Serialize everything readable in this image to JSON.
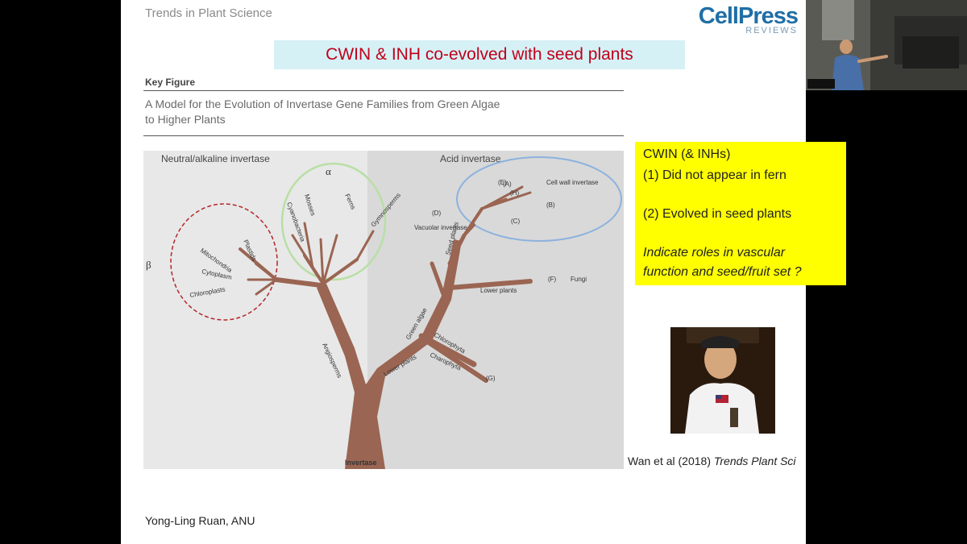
{
  "slide": {
    "journal": "Trends in Plant Science",
    "logo_main": "CellPress",
    "logo_sub": "REVIEWS",
    "title": "CWIN & INH co-evolved with seed plants",
    "key_figure_label": "Key Figure",
    "caption_line1": "A Model for the Evolution of Invertase Gene Families from Green Algae",
    "caption_line2": "to Higher Plants",
    "author": "Yong-Ling Ruan,  ANU"
  },
  "figure": {
    "left_heading": "Neutral/alkaline invertase",
    "right_heading": "Acid invertase",
    "alpha": "α",
    "beta": "β",
    "labels_left": [
      "Mitochondria",
      "Plastids",
      "Cytoplasm",
      "Chloroplasts",
      "Cyanobacteria",
      "Mosses",
      "Ferns",
      "Gymnosperms",
      "Angiosperms",
      "Lower plants",
      "Green algae"
    ],
    "labels_right": [
      "Cell wall invertase",
      "Vacuolar invertase",
      "Seed plants",
      "Lower plants",
      "Fungi",
      "Chlorophyta",
      "Charophyta",
      "Invertase"
    ],
    "markers": [
      "(A)",
      "(B)",
      "(C)",
      "(D)",
      "(E)",
      "(F)",
      "(G)",
      "(H)"
    ],
    "trunk_label": "Invertase"
  },
  "note": {
    "heading": "CWIN (& INHs)",
    "point1": "(1)  Did not appear in fern",
    "point2": "(2)  Evolved in seed plants",
    "roles_line1": "Indicate roles in vascular",
    "roles_line2": "function and seed/fruit set ?"
  },
  "citation": {
    "text": "Wan et al (2018) ",
    "journal_italic": "Trends Plant Sci"
  },
  "colors": {
    "title_bg": "#d6f1f6",
    "title_text": "#c0001a",
    "note_bg": "#ffff00",
    "tree_brown": "#9a6552",
    "logo_blue": "#1f6fa6"
  }
}
